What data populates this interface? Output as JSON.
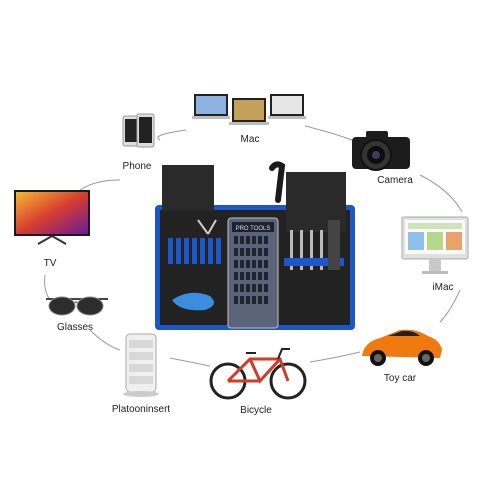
{
  "items": {
    "mac": {
      "label": "Mac"
    },
    "phone": {
      "label": "Phone"
    },
    "camera": {
      "label": "Camera"
    },
    "tv": {
      "label": "TV"
    },
    "imac": {
      "label": "iMac"
    },
    "glasses": {
      "label": "Glasses"
    },
    "toy_car": {
      "label": "Toy car"
    },
    "platoon": {
      "label": "Platooninsert"
    },
    "bicycle": {
      "label": "Bicycle"
    }
  },
  "toolkit": {
    "case_text": "PRO TOOLS"
  },
  "colors": {
    "accent_blue": "#1d56c9",
    "case_black": "#1a1a1a",
    "ring_gray": "#9a9a9a",
    "car_orange": "#f07a10"
  }
}
